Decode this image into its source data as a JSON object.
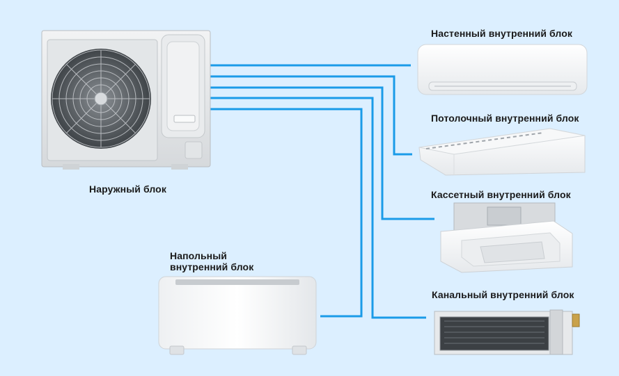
{
  "colors": {
    "background": "#dcefff",
    "pipe": "#1a9be8",
    "text": "#1a1a1a"
  },
  "labels": {
    "outdoor_unit": "Наружный блок",
    "wall_unit": "Настенный внутренний блок",
    "ceiling_unit": "Потолочный внутренний блок",
    "cassette_unit": "Кассетный внутренний блок",
    "floor_unit_line1": "Напольный",
    "floor_unit_line2": "внутренний блок",
    "duct_unit": "Канальный внутренний блок"
  }
}
